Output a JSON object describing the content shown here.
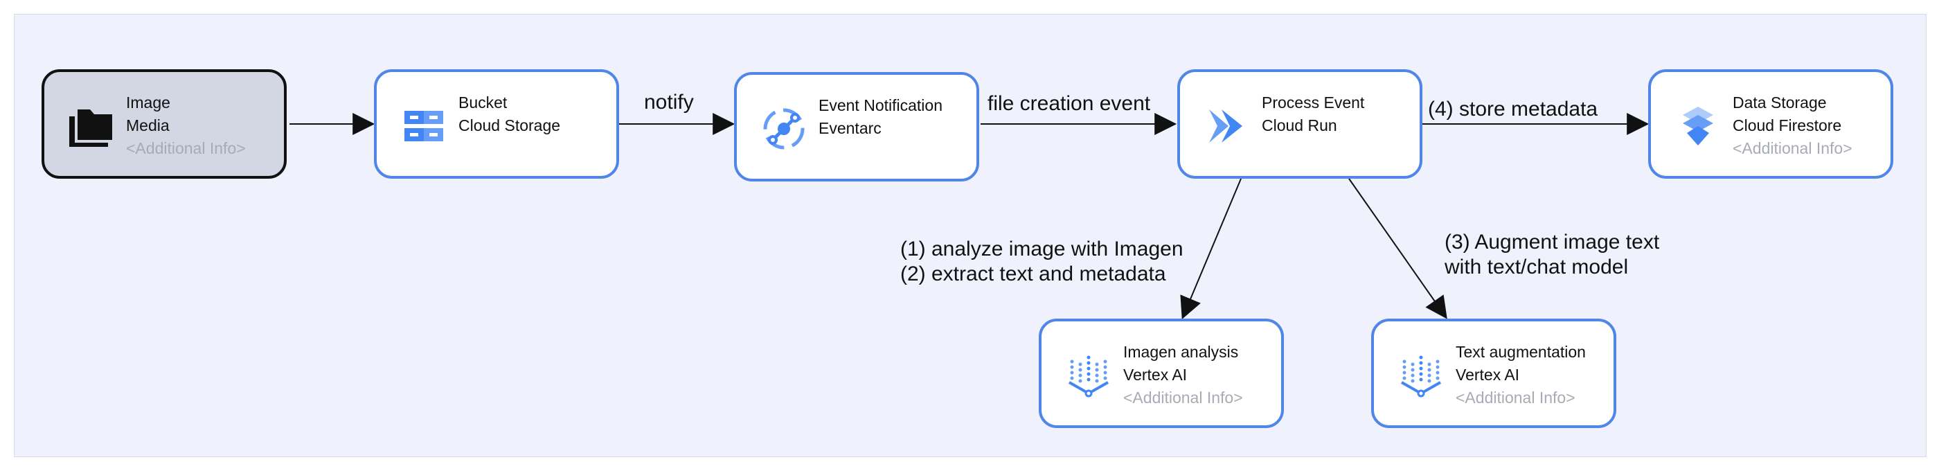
{
  "colors": {
    "accent": "#4f86e8",
    "canvas_background": "#eff2fc",
    "dark_node_fill": "#d3d6e3",
    "muted_text": "#a8abb5"
  },
  "nodes": {
    "image": {
      "icon": "folder-icon",
      "title": "Image",
      "subtitle": "Media",
      "info": "<Additional Info>"
    },
    "bucket": {
      "icon": "cloud-storage-icon",
      "title": "Bucket",
      "subtitle": "Cloud Storage"
    },
    "event_notification": {
      "icon": "eventarc-icon",
      "title": "Event Notification",
      "subtitle": "Eventarc"
    },
    "process_event": {
      "icon": "cloud-run-icon",
      "title": "Process Event",
      "subtitle": "Cloud Run"
    },
    "data_storage": {
      "icon": "firestore-icon",
      "title": "Data Storage",
      "subtitle": "Cloud Firestore",
      "info": "<Additional Info>"
    },
    "imagen_analysis": {
      "icon": "vertex-ai-icon",
      "title": "Imagen analysis",
      "subtitle": "Vertex AI",
      "info": "<Additional Info>"
    },
    "text_augmentation": {
      "icon": "vertex-ai-icon",
      "title": "Text augmentation",
      "subtitle": "Vertex AI",
      "info": "<Additional Info>"
    }
  },
  "edges": {
    "notify": "notify",
    "file_creation": "file creation event",
    "store_metadata": "(4) store metadata",
    "analyze_line1": "(1) analyze image with Imagen",
    "analyze_line2": "(2) extract text and metadata",
    "augment_line1": "(3) Augment image text",
    "augment_line2": "with text/chat model"
  }
}
